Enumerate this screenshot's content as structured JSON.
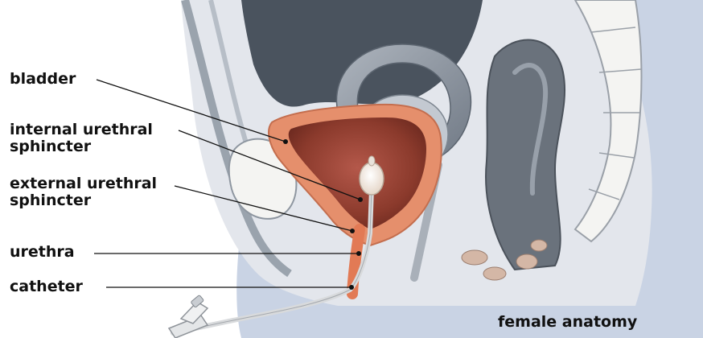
{
  "labels": {
    "bladder": "bladder",
    "internal_line1": "internal urethral",
    "internal_line2": "sphincter",
    "external_line1": "external urethral",
    "external_line2": "sphincter",
    "urethra": "urethra",
    "catheter": "catheter"
  },
  "caption": "female anatomy",
  "colors": {
    "background_panel": "#c9d3e4",
    "pelvic_tissue": "#e3e6ec",
    "bone": "#f4f4f2",
    "bladder_wall": "#e58f6c",
    "bladder_interior": "#8b3a2c",
    "catheter": "#d8dadc",
    "intestine": "#8f98a3",
    "leader_line": "#111111"
  }
}
